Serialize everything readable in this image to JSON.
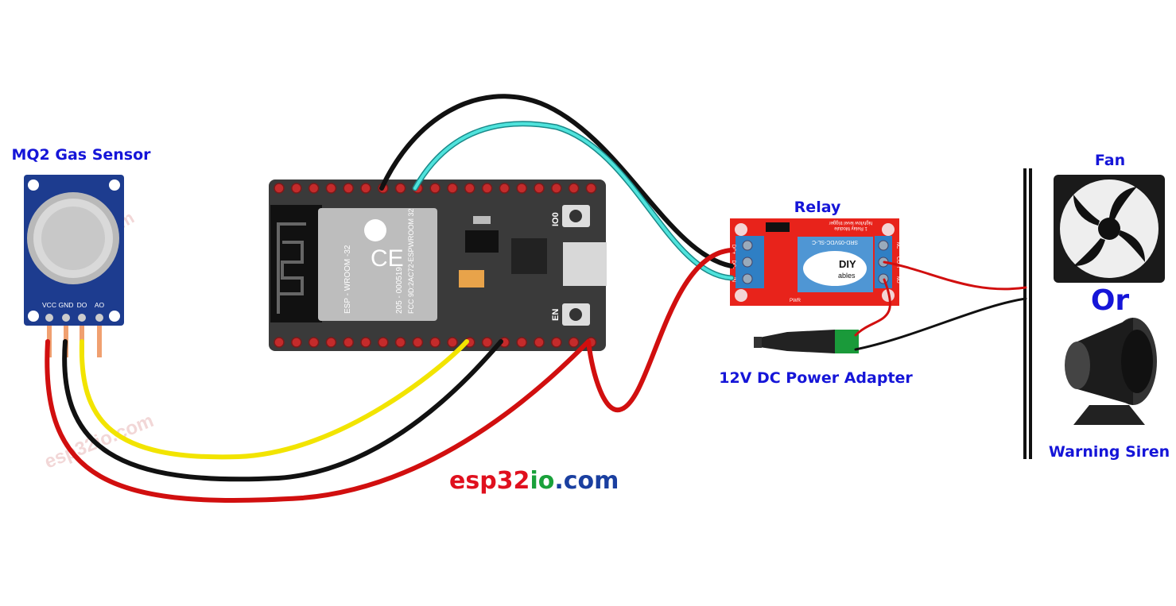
{
  "labels": {
    "sensor": "MQ2 Gas Sensor",
    "relay": "Relay",
    "fan": "Fan",
    "or": "Or",
    "siren": "Warning Siren",
    "adapter": "12V DC Power Adapter"
  },
  "sensor_pins": [
    "VCC",
    "GND",
    "DO",
    "AO"
  ],
  "esp32": {
    "module_name": "ESP - WROOM -32",
    "cert_code": "205 - 000519",
    "fcc": "FCC 9D:2AC72-ESPWROOM 32",
    "button_io0": "IO0",
    "button_en": "EN"
  },
  "relay_module": {
    "title": "1 Relay Module",
    "subtitle": "high/low level trigger",
    "relay_part": "SRD-05VDC-SL-C",
    "brand_top": "DIY",
    "brand_bottom": "ables",
    "input_pins": [
      "DC+",
      "DC-",
      "IN"
    ],
    "output_pins": [
      "NC",
      "COM",
      "NO"
    ],
    "pwr": "PWR"
  },
  "website": {
    "part1": "esp32",
    "part2": "io",
    "part3": ".com"
  },
  "watermark": "esp32io.com",
  "colors": {
    "label": "#1515d8",
    "wire_red": "#d10f0f",
    "wire_black": "#111111",
    "wire_yellow": "#f2e400",
    "wire_cyan": "#3fd6d0",
    "board": "#3a3a3a",
    "relay_board": "#e8231b",
    "site_red": "#e0101e",
    "site_green": "#19a13a",
    "site_blue": "#1a3fa0"
  }
}
